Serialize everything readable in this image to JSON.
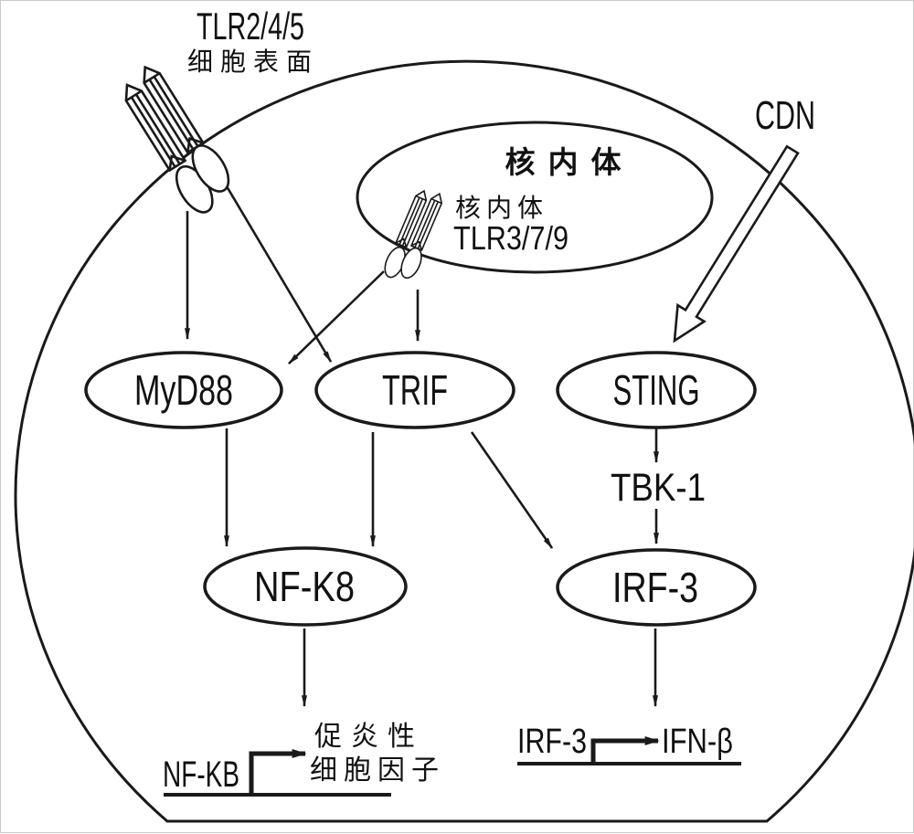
{
  "diagram": {
    "cell_surface_receptor": {
      "name": "TLR2/4/5",
      "location_label": "细胞表面"
    },
    "endosome": {
      "title": "核内体",
      "receptor_location_label": "核内体",
      "receptor_name": "TLR3/7/9"
    },
    "ligand": {
      "label": "CDN"
    },
    "nodes": {
      "myd88": "MyD88",
      "trif": "TRIF",
      "sting": "STING",
      "tbk1": "TBK-1",
      "nfk8": "NF-K8",
      "irf3": "IRF-3"
    },
    "transcription_left": {
      "factor": "NF-KB",
      "product_line1": "促炎性",
      "product_line2": "细胞因子"
    },
    "transcription_right": {
      "factor": "IRF-3",
      "product": "IFN-β"
    },
    "colors": {
      "ink": "#1a1a1a",
      "background": "#ffffff"
    }
  }
}
